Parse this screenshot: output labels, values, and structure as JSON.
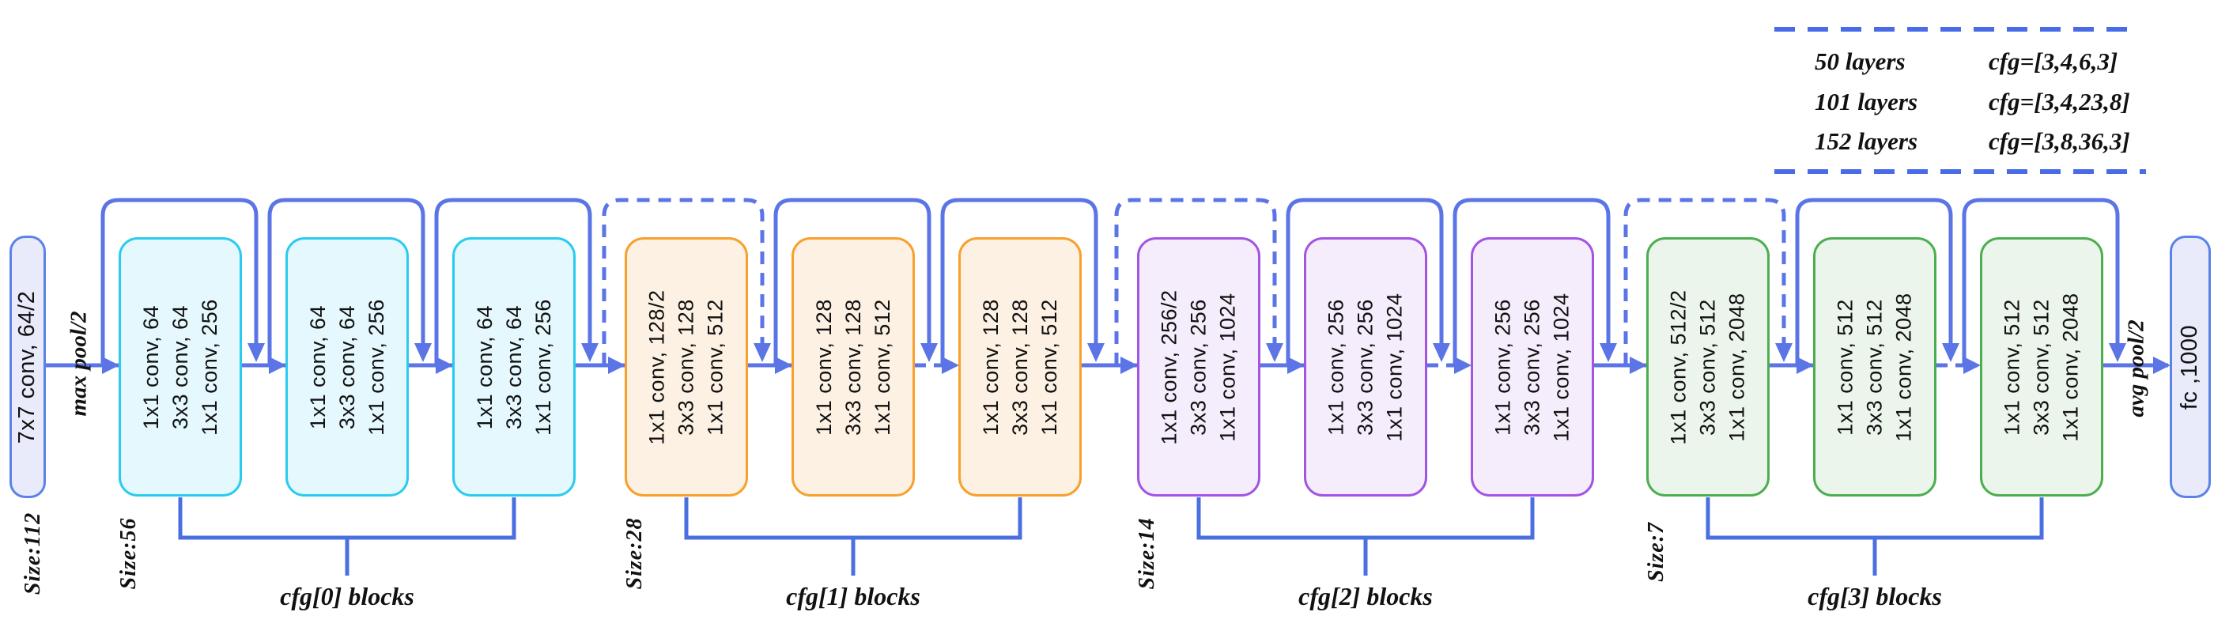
{
  "title": "ResNet bottleneck architecture diagram",
  "colors": {
    "flow_blue": "#5B74E6",
    "legend_dash_blue": "#4A6BE8",
    "endbox_fill": "#E9EBFA",
    "endbox_border": "#5B82E8",
    "stage_cyan_fill": "#E4F8FD",
    "stage_cyan_border": "#2BCBF0",
    "stage_orange_fill": "#FCF1E3",
    "stage_orange_border": "#F8A02C",
    "stage_purple_fill": "#F6EDFC",
    "stage_purple_border": "#A254E4",
    "stage_green_fill": "#EBF5EC",
    "stage_green_border": "#4CAE4F",
    "text": "#111111"
  },
  "input": {
    "stem_label": "7x7 conv, 64/2",
    "pool_label": "max pool/2",
    "size_label": "Size:112"
  },
  "output": {
    "pool_label": "avg pool/2",
    "fc_label": "fc ,1000"
  },
  "legend": {
    "rows": [
      {
        "layers": "50 layers",
        "cfg": "cfg=[3,4,6,3]"
      },
      {
        "layers": "101 layers",
        "cfg": "cfg=[3,4,23,8]"
      },
      {
        "layers": "152 layers",
        "cfg": "cfg=[3,8,36,3]"
      }
    ]
  },
  "stages": [
    {
      "size_label": "Size:56",
      "bracket_label": "cfg[0] blocks",
      "blocks": [
        {
          "lines": [
            "1x1 conv, 64",
            "3x3 conv, 64",
            "1x1 conv, 256"
          ]
        },
        {
          "lines": [
            "1x1 conv, 64",
            "3x3 conv, 64",
            "1x1 conv, 256"
          ]
        },
        {
          "lines": [
            "1x1 conv, 64",
            "3x3 conv, 64",
            "1x1 conv, 256"
          ]
        }
      ]
    },
    {
      "size_label": "Size:28",
      "bracket_label": "cfg[1] blocks",
      "blocks": [
        {
          "lines": [
            "1x1 conv, 128/2",
            "3x3 conv, 128",
            "1x1 conv, 512"
          ]
        },
        {
          "lines": [
            "1x1 conv, 128",
            "3x3 conv, 128",
            "1x1 conv, 512"
          ]
        },
        {
          "lines": [
            "1x1 conv, 128",
            "3x3 conv, 128",
            "1x1 conv, 512"
          ]
        }
      ]
    },
    {
      "size_label": "Size:14",
      "bracket_label": "cfg[2] blocks",
      "blocks": [
        {
          "lines": [
            "1x1 conv, 256/2",
            "3x3 conv, 256",
            "1x1 conv, 1024"
          ]
        },
        {
          "lines": [
            "1x1 conv, 256",
            "3x3 conv, 256",
            "1x1 conv, 1024"
          ]
        },
        {
          "lines": [
            "1x1 conv, 256",
            "3x3 conv, 256",
            "1x1 conv, 1024"
          ]
        }
      ]
    },
    {
      "size_label": "Size:7",
      "bracket_label": "cfg[3] blocks",
      "blocks": [
        {
          "lines": [
            "1x1 conv, 512/2",
            "3x3 conv, 512",
            "1x1 conv, 2048"
          ]
        },
        {
          "lines": [
            "1x1 conv, 512",
            "3x3 conv, 512",
            "1x1 conv, 2048"
          ]
        },
        {
          "lines": [
            "1x1 conv, 512",
            "3x3 conv, 512",
            "1x1 conv, 2048"
          ]
        }
      ]
    }
  ]
}
